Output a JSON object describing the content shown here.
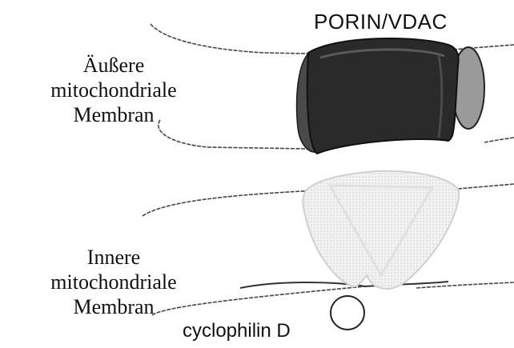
{
  "labels": {
    "porin": "PORIN/VDAC",
    "outer_membrane": [
      "Äußere",
      "mitochondriale",
      "Membran"
    ],
    "inner_membrane": [
      "Innere",
      "mitochondriale",
      "Membran"
    ],
    "cyclophilin": "cyclophilin D"
  },
  "colors": {
    "porin_dark": "#2a2a2a",
    "porin_side": "#4a4a4a",
    "side_oval": "#9a9a9a",
    "ant_fill": "#ececec",
    "membrane_line": "#444444"
  }
}
